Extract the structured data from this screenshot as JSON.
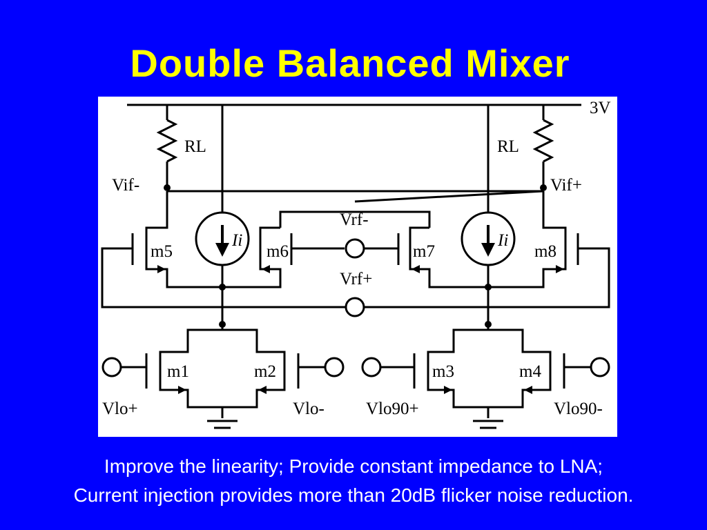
{
  "slide": {
    "title": "Double Balanced Mixer",
    "caption_lines": [
      "Improve the linearity; Provide constant impedance to LNA;",
      "Current injection provides more than 20dB flicker noise reduction."
    ]
  },
  "circuit": {
    "supply_label": "3V",
    "load_resistor_labels": [
      "RL",
      "RL"
    ],
    "output_labels": [
      "Vif-",
      "Vif+"
    ],
    "current_source_labels": [
      "Ii",
      "Ii"
    ],
    "rf_input_labels": [
      "Vrf-",
      "Vrf+"
    ],
    "transistor_labels": [
      "m5",
      "m6",
      "m7",
      "m8",
      "m1",
      "m2",
      "m3",
      "m4"
    ],
    "lo_labels": [
      "Vlo+",
      "Vlo-",
      "Vlo90+",
      "Vlo90-"
    ]
  },
  "colors": {
    "background": "#0000ff",
    "title": "#ffff00",
    "caption": "#ffffff",
    "diagram_background": "#ffffff"
  }
}
